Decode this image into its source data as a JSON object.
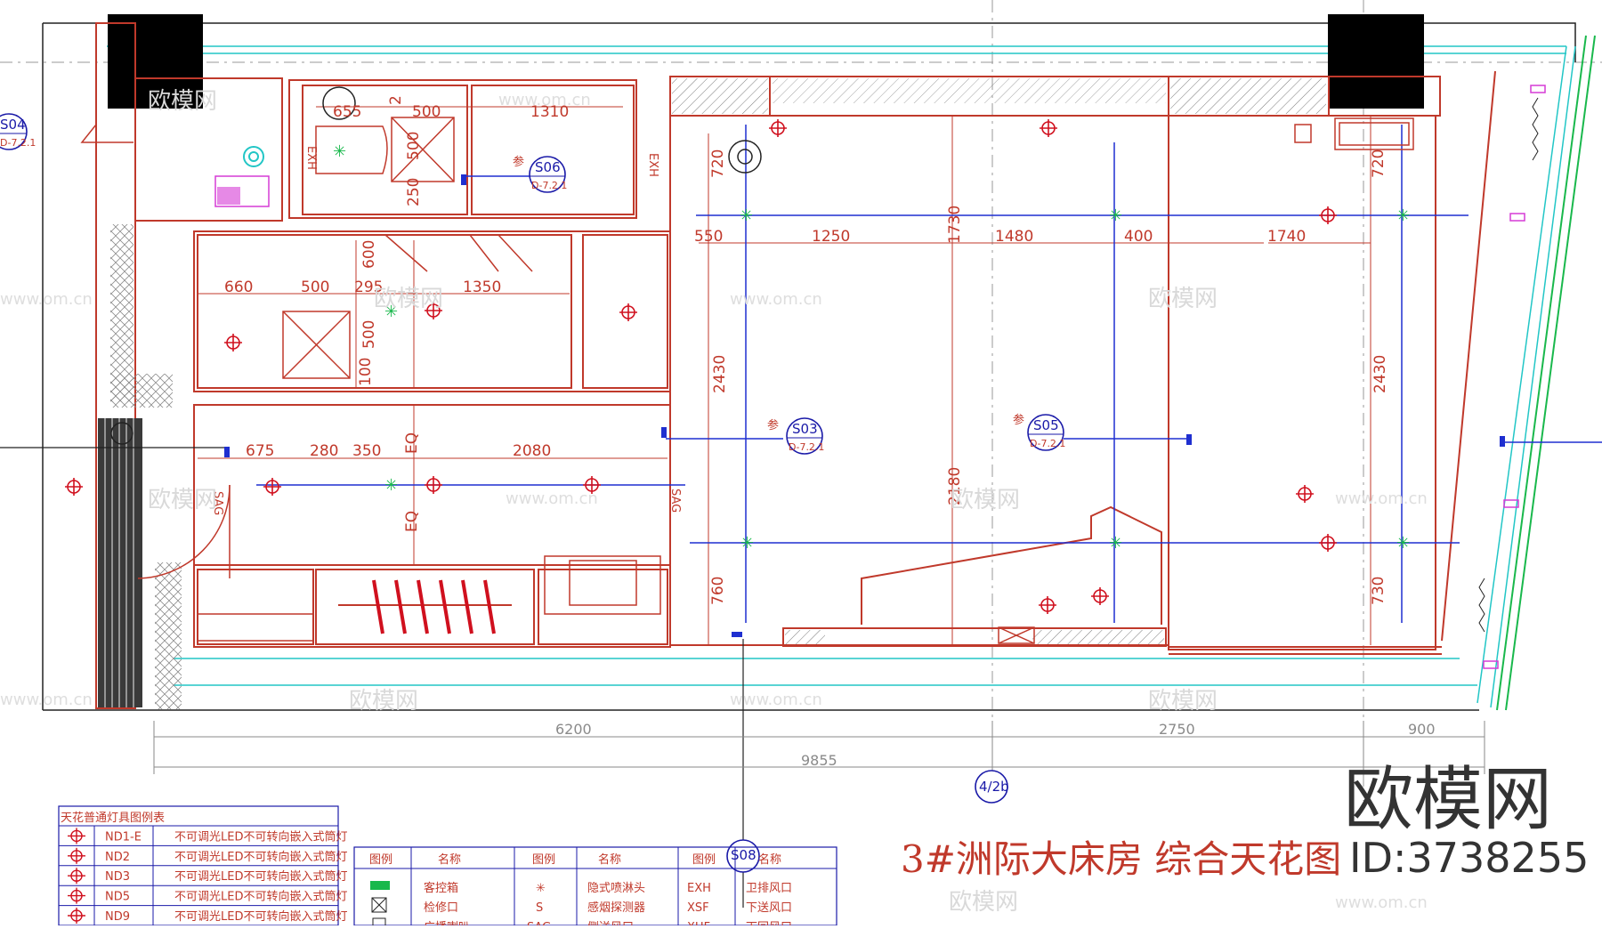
{
  "drawing": {
    "title": "3#洲际大床房 综合天花图",
    "brand": "欧模网",
    "brand_id": "ID:3738255",
    "watermarks": [
      "欧模网",
      "www.om.cn"
    ]
  },
  "dimensions": {
    "wet_area_top": [
      "655",
      "2",
      "500",
      "1310",
      "500",
      "250"
    ],
    "bath_middle": [
      "660",
      "500",
      "295",
      "1350",
      "600",
      "500",
      "100"
    ],
    "corridor": [
      "675",
      "280",
      "350",
      "2080",
      "EQ",
      "EQ"
    ],
    "bedroom_h": [
      "550",
      "1250",
      "1480",
      "400",
      "1740"
    ],
    "bedroom_v": [
      "720",
      "2430",
      "760",
      "1730",
      "2180",
      "720",
      "2430",
      "730"
    ],
    "overall": [
      "6200",
      "2750",
      "900",
      "9855"
    ]
  },
  "room_labels": [
    "EXH",
    "EXH",
    "SAG",
    "SAG"
  ],
  "callouts": [
    {
      "mark": "S04",
      "sheet": "D-7.2.1"
    },
    {
      "mark": "S06",
      "sheet": "D-7.2.1",
      "prefix": "参"
    },
    {
      "mark": "S03",
      "sheet": "D-7.2.1",
      "prefix": "参"
    },
    {
      "mark": "S05",
      "sheet": "D-7.2.1",
      "prefix": "参"
    },
    {
      "mark": "S08"
    }
  ],
  "grid_bubble": "4/2b",
  "legend_left": {
    "title": "天花普通灯具图例表",
    "rows": [
      {
        "code": "ND1-E",
        "desc": "不可调光LED不可转向嵌入式筒灯"
      },
      {
        "code": "ND2",
        "desc": "不可调光LED不可转向嵌入式筒灯"
      },
      {
        "code": "ND3",
        "desc": "不可调光LED不可转向嵌入式筒灯"
      },
      {
        "code": "ND5",
        "desc": "不可调光LED不可转向嵌入式筒灯"
      },
      {
        "code": "ND9",
        "desc": "不可调光LED不可转向嵌入式筒灯"
      }
    ]
  },
  "legend_right": {
    "headers": [
      "图例",
      "名称",
      "图例",
      "名称",
      "图例",
      "名称"
    ],
    "rows": [
      {
        "n1": "客控箱",
        "s2": "✳",
        "n2": "隐式喷淋头",
        "s3": "EXH",
        "n3": "卫排风口"
      },
      {
        "n1": "检修口",
        "s2": "S",
        "n2": "感烟探测器",
        "s3": "XSF",
        "n3": "下送风口"
      },
      {
        "n1": "广播喇叭",
        "s2": "SAG",
        "n2": "侧送风口",
        "s3": "XHF",
        "n3": "下回风口"
      }
    ]
  },
  "colors": {
    "wall": "#c0392b",
    "duct": "#1f2fd0",
    "fixture": "#d0101e",
    "sprinkler": "#19b84c",
    "cyan": "#22c6c6",
    "magenta": "#d63bd6"
  }
}
